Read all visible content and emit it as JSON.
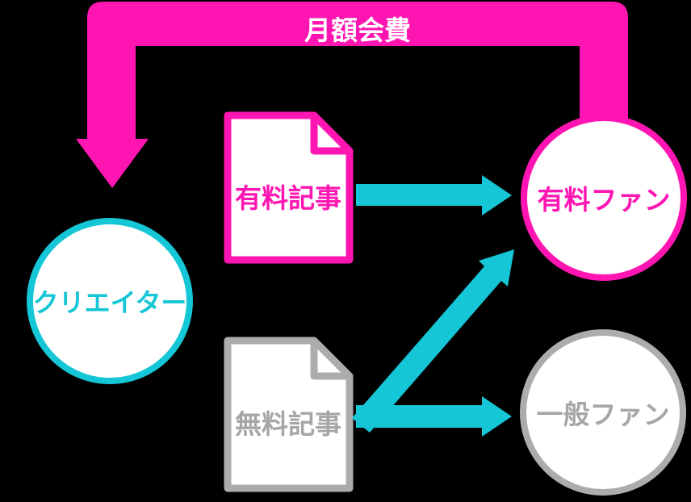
{
  "diagram": {
    "top_arrow_label": "月額会費",
    "nodes": {
      "creator": {
        "label": "クリエイター"
      },
      "paid_fan": {
        "label": "有料ファン"
      },
      "general_fan": {
        "label": "一般ファン"
      }
    },
    "documents": {
      "paid_article": {
        "label": "有料記事"
      },
      "free_article": {
        "label": "無料記事"
      }
    },
    "relations": [
      "paid_fan pays monthly fee to creator",
      "paid article goes to paid fan",
      "free article goes to paid fan",
      "free article goes to general fan"
    ]
  },
  "colors": {
    "pink": "#FF16B2",
    "cyan": "#14C6D6",
    "gray_border": "#ACACAC",
    "gray_text": "#A6A6A6",
    "white": "#FFFFFF",
    "background": "#000000"
  }
}
